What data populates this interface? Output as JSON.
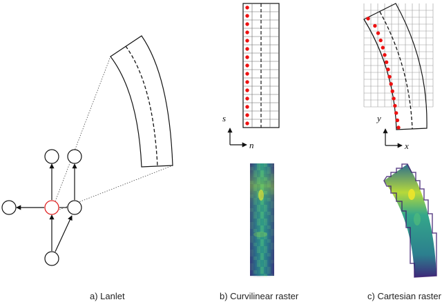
{
  "panels": [
    {
      "id": "a",
      "caption": "a)  Lanlet"
    },
    {
      "id": "b",
      "caption": "b)  Curvilinear raster"
    },
    {
      "id": "c",
      "caption": "c)  Cartesian raster"
    }
  ],
  "axes": {
    "curvilinear": {
      "vertical": "s",
      "horizontal": "n"
    },
    "cartesian": {
      "vertical": "y",
      "horizontal": "x"
    }
  },
  "colors": {
    "line": "#111111",
    "highlight_node": "#e02020",
    "sample_point": "#ee1111",
    "grid": "#888888",
    "raster_dark": "#3b1c6e",
    "raster_mid": "#2a8c8c",
    "raster_bright": "#e3e52a"
  }
}
